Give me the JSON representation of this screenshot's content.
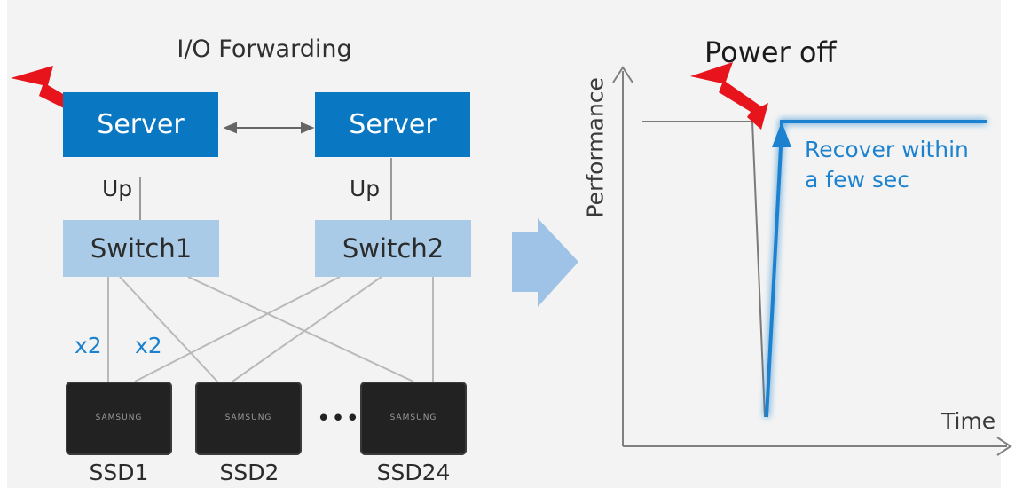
{
  "left_diagram": {
    "title": "I/O Forwarding",
    "servers": [
      {
        "label": "Server",
        "failed": true
      },
      {
        "label": "Server",
        "failed": false
      }
    ],
    "uplinks": [
      {
        "label": "Up"
      },
      {
        "label": "Up"
      }
    ],
    "switches": [
      {
        "label": "Switch1"
      },
      {
        "label": "Switch2"
      }
    ],
    "link_multiplicity": [
      "x2",
      "x2"
    ],
    "ssds": [
      {
        "label": "SSD1",
        "brand": "SAMSUNG"
      },
      {
        "label": "SSD2",
        "brand": "SAMSUNG"
      },
      {
        "label": "SSD24",
        "brand": "SAMSUNG"
      }
    ],
    "ellipsis": "•••"
  },
  "right_chart": {
    "title": "Power off",
    "y_axis_label": "Performance",
    "x_axis_label": "Time",
    "annotation_line1": "Recover within",
    "annotation_line2": "a few sec"
  },
  "colors": {
    "server_blue": "#0a77c3",
    "switch_blue": "#a9cbe7",
    "accent_blue": "#1c82cf",
    "lightning_red": "#e8141c",
    "arrow_blue": "#9ec3e6"
  }
}
